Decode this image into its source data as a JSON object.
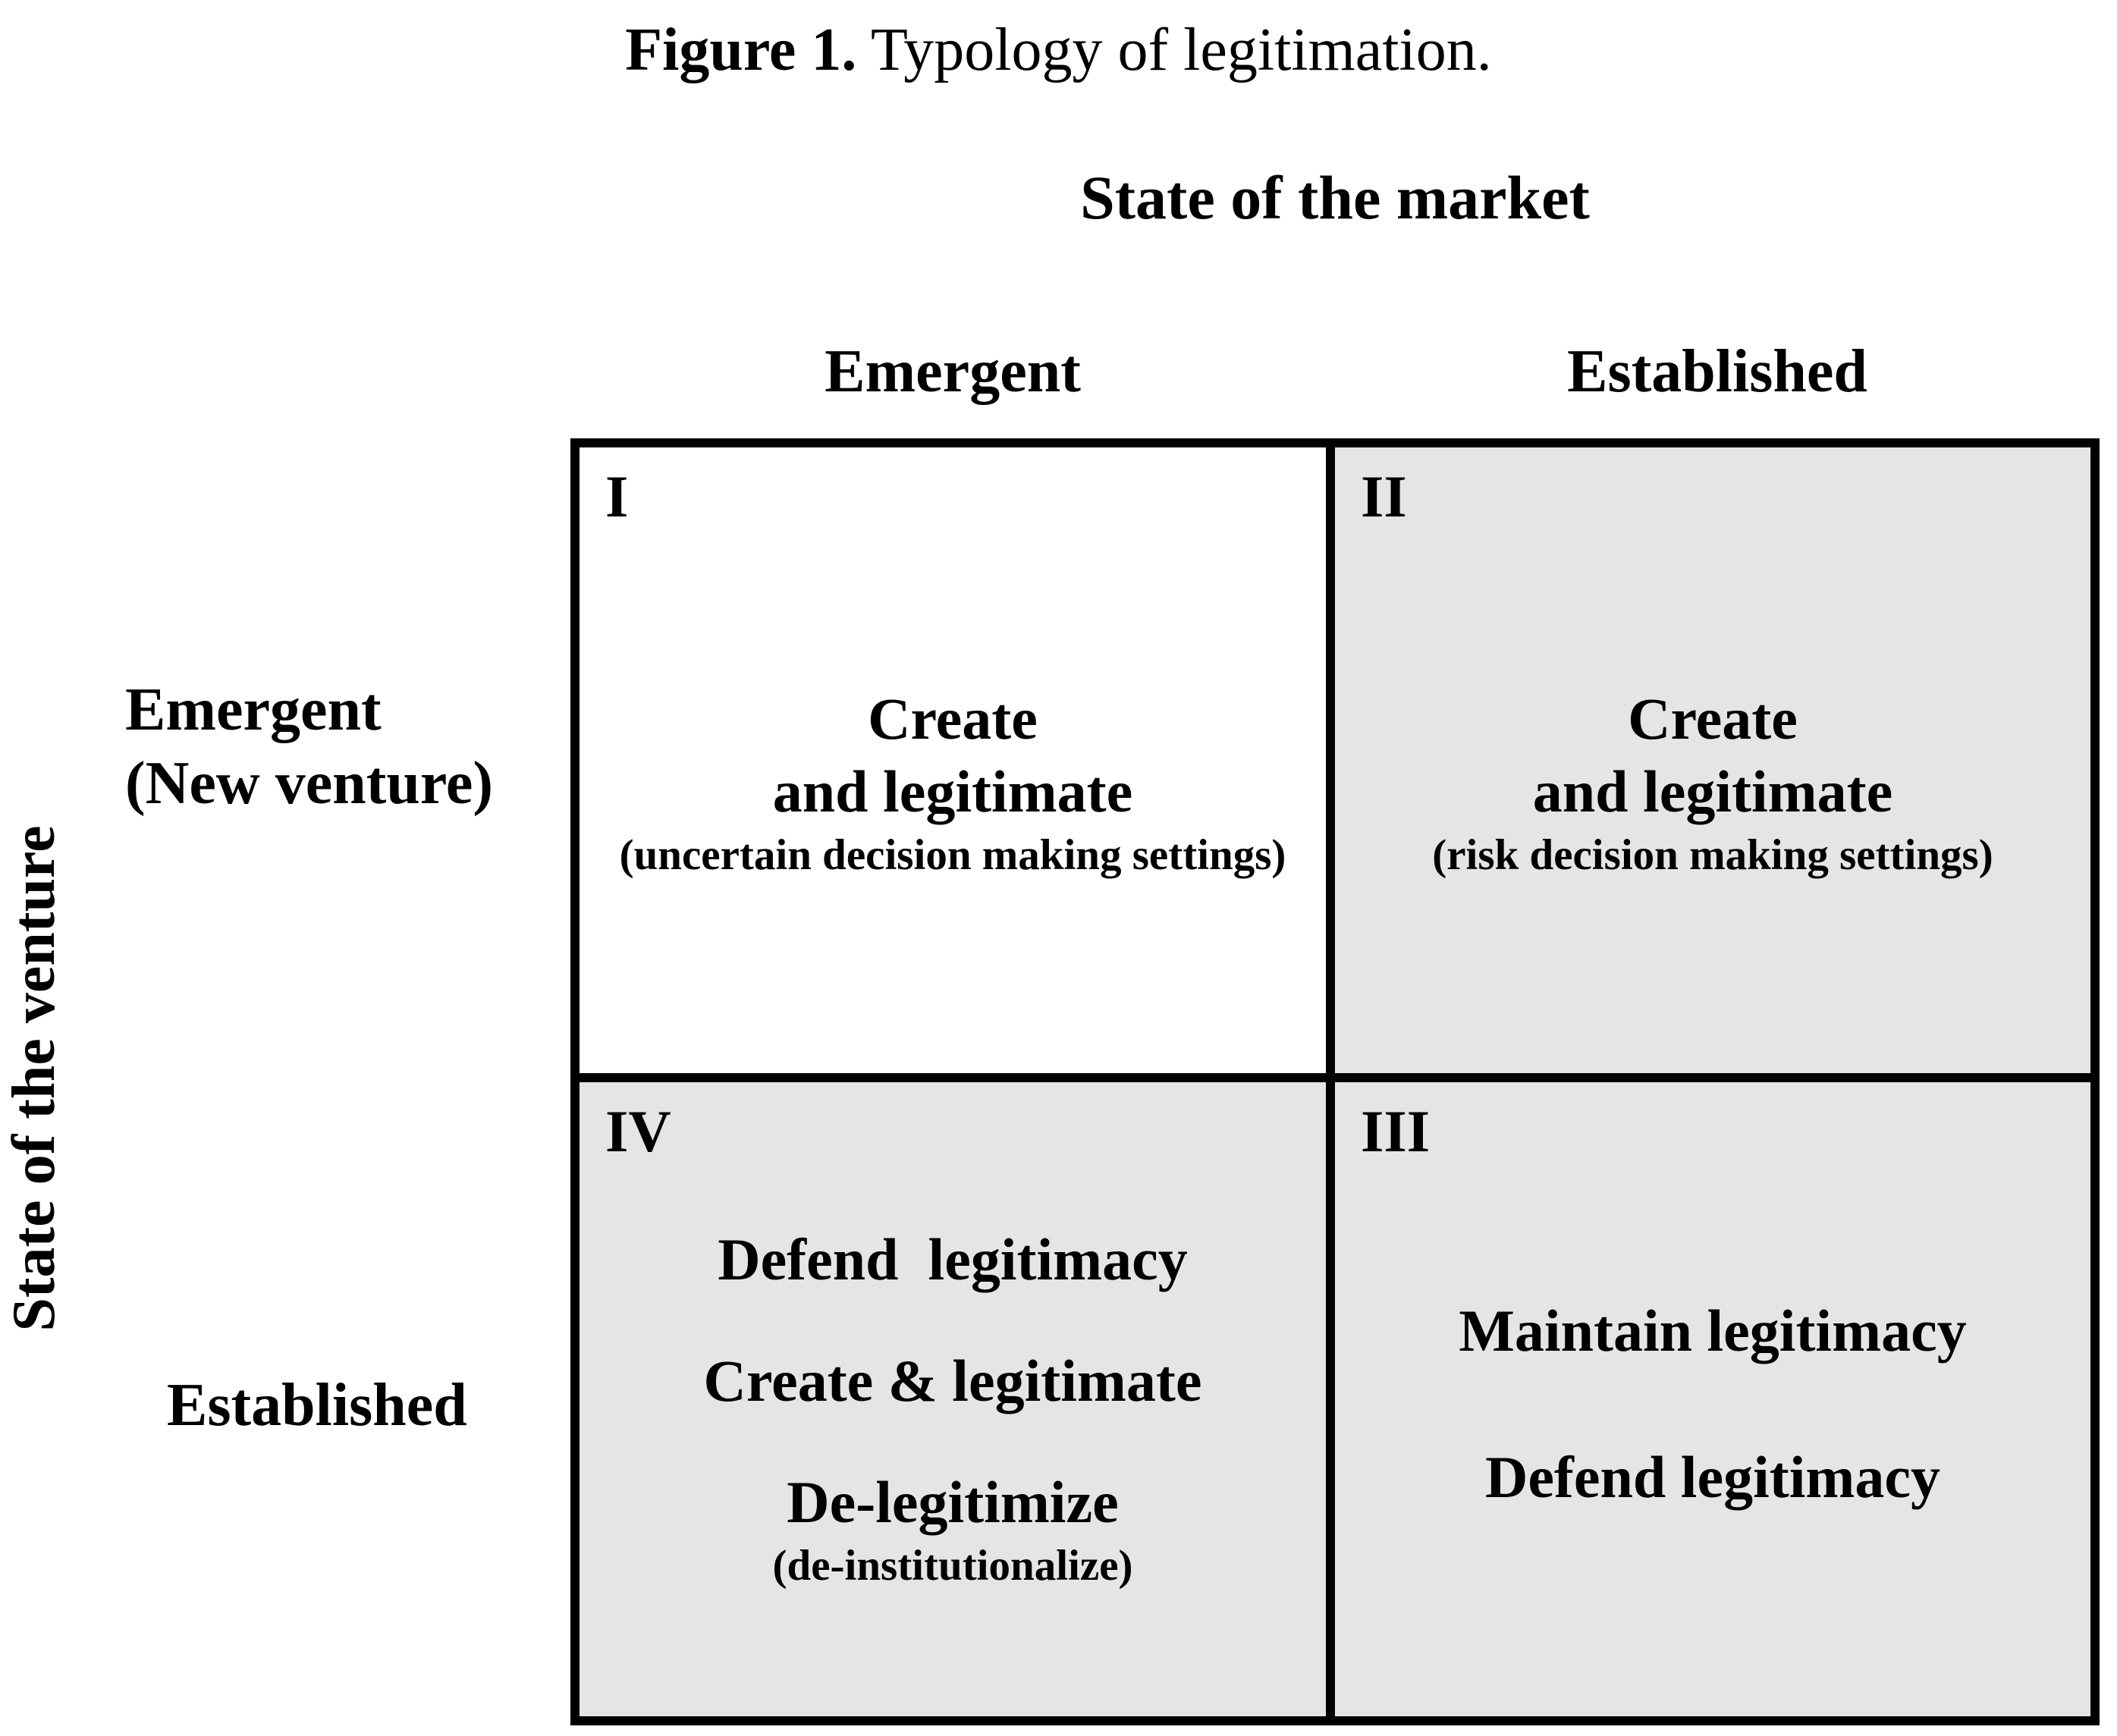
{
  "colors": {
    "background": "#ffffff",
    "border": "#000000",
    "quadrant-fill": "#e4e5e4",
    "text": "#000000"
  },
  "figure": {
    "caption_label": "Figure 1.",
    "caption_text": " Typology of legitimation."
  },
  "x_axis": {
    "title": "State of the market",
    "categories": [
      "Emergent",
      "Established"
    ]
  },
  "y_axis": {
    "title": "State of the venture",
    "categories": [
      {
        "line1": "Emergent",
        "line2": "(New venture)"
      },
      {
        "line1": "Established"
      }
    ]
  },
  "quadrants": {
    "q1": {
      "numeral": "I",
      "line1": "Create",
      "line2": "and legitimate",
      "note": "(uncertain decision making settings)"
    },
    "q2": {
      "numeral": "II",
      "line1": "Create",
      "line2": "and legitimate",
      "note": "(risk decision making settings)"
    },
    "q3": {
      "numeral": "III",
      "item1": "Maintain legitimacy",
      "item2": "Defend legitimacy"
    },
    "q4": {
      "numeral": "IV",
      "item1": "Defend  legitimacy",
      "item2": "Create & legitimate",
      "item3": "De-legitimize",
      "note": "(de-institutionalize)"
    }
  }
}
